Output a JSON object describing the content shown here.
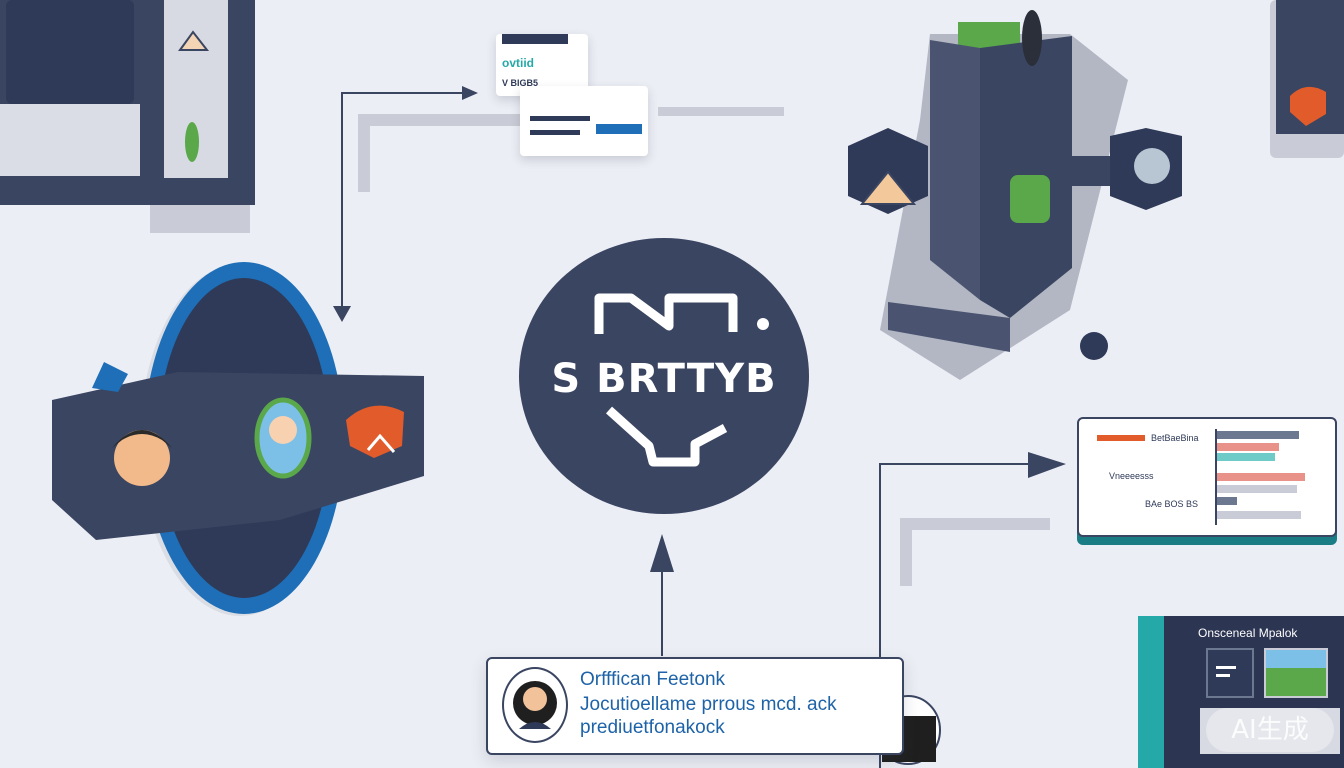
{
  "hub": {
    "label": "S BRTTYB"
  },
  "feedback_card": {
    "lines": [
      "Orfffican Feetonk",
      "Jocutioellame prrous mcd. ack",
      "prediuetfonakock"
    ]
  },
  "top_doc": {
    "line_1": "ovtiid",
    "line_2": "V BIGB5"
  },
  "report_card": {
    "rows": [
      "BetBaeBina",
      "Vneeeesss",
      "BAe BOS BS"
    ]
  },
  "bottom_right_panel": {
    "title": "Onsceneal Mpalok"
  },
  "watermark": "AI生成",
  "colors": {
    "navy": "#3a4562",
    "blue": "#1e6fb8",
    "teal": "#25a9a8",
    "orange": "#e25b2a",
    "green": "#5aa84a",
    "background": "#eceef5"
  }
}
